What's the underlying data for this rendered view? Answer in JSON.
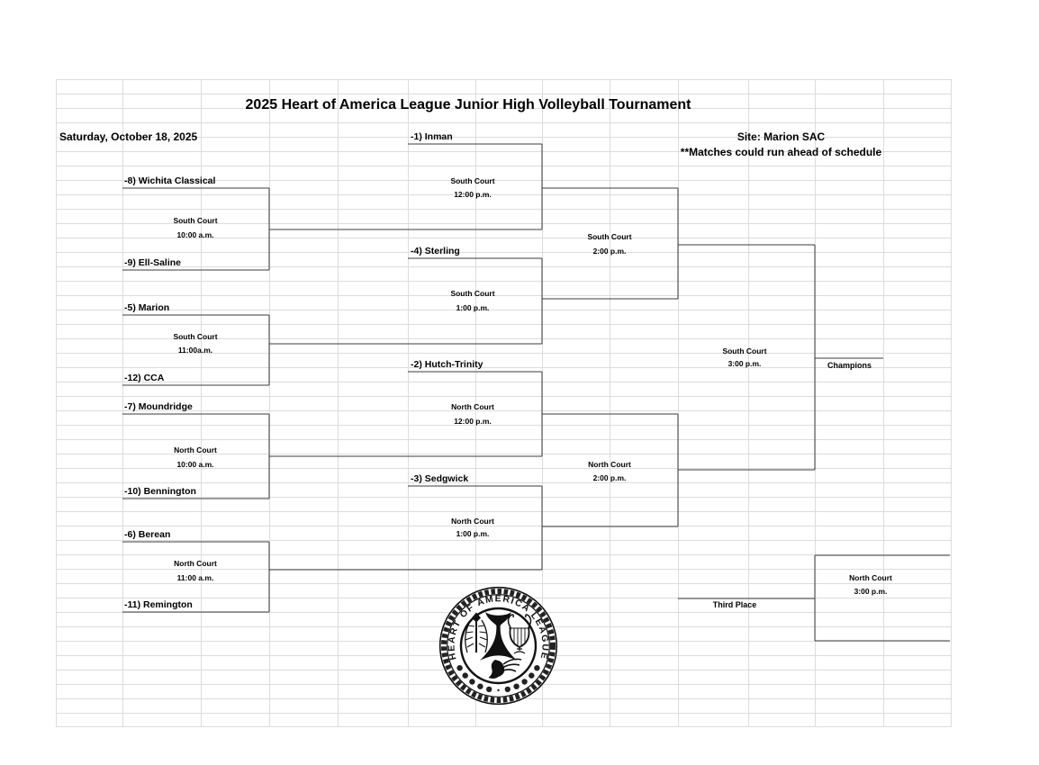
{
  "header": {
    "title": "2025 Heart of America League Junior High Volleyball Tournament",
    "date": "Saturday, October 18, 2025",
    "site": "Site: Marion SAC",
    "notice": "**Matches could run ahead of schedule"
  },
  "teams": {
    "inman": "-1) Inman",
    "wichita_classical": "-8) Wichita Classical",
    "ell_saline": "-9) Ell-Saline",
    "marion": "-5) Marion",
    "cca": "-12) CCA",
    "moundridge": "-7) Moundridge",
    "bennington": "-10) Bennington",
    "berean": "-6) Berean",
    "remington": "-11) Remington",
    "sterling": "-4) Sterling",
    "hutch_trinity": "-2) Hutch-Trinity",
    "sedgwick": "-3) Sedgwick"
  },
  "matches": {
    "r1m1": {
      "court": "South Court",
      "time": "10:00 a.m."
    },
    "r1m2": {
      "court": "South Court",
      "time": "11:00a.m."
    },
    "r1m3": {
      "court": "North Court",
      "time": "10:00 a.m."
    },
    "r1m4": {
      "court": "North Court",
      "time": "11:00 a.m."
    },
    "qf1": {
      "court": "South Court",
      "time": "12:00 p.m."
    },
    "qf2": {
      "court": "South Court",
      "time": "1:00 p.m."
    },
    "qf3": {
      "court": "North Court",
      "time": "12:00 p.m."
    },
    "qf4": {
      "court": "North Court",
      "time": "1:00 p.m."
    },
    "sf1": {
      "court": "South Court",
      "time": "2:00 p.m."
    },
    "sf2": {
      "court": "North Court",
      "time": "2:00 p.m."
    },
    "final": {
      "court": "South Court",
      "time": "3:00 p.m."
    },
    "third": {
      "court": "North Court",
      "time": "3:00 p.m."
    }
  },
  "labels": {
    "champions": "Champions",
    "third_place": "Third Place"
  },
  "logo": {
    "ring_text": "HEART OF AMERICA LEAGUE"
  },
  "colors": {
    "bracket_line": "#3c3c3c",
    "grid_line": "#dcdcdc",
    "text": "#000000"
  }
}
